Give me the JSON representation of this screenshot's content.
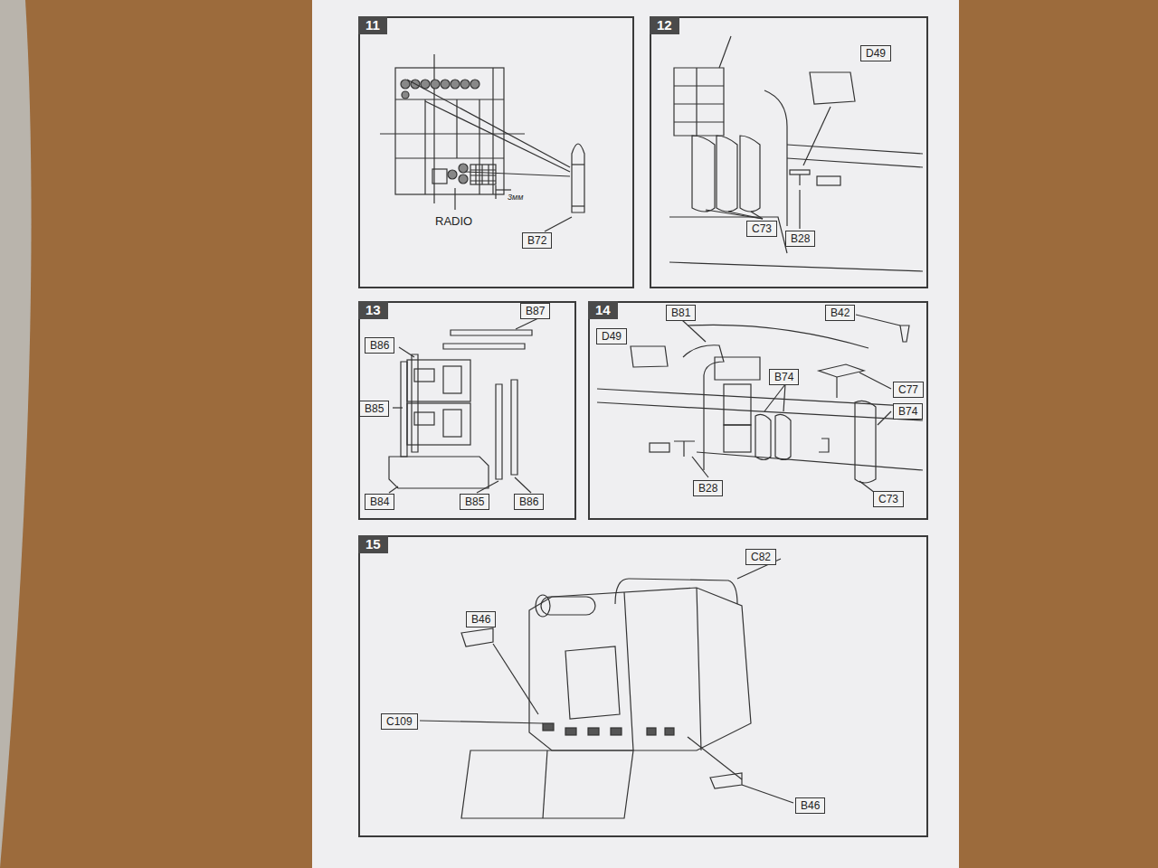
{
  "diagram": {
    "nodes": [
      {
        "text": [
          "11"
        ]
      },
      {
        "text": [
          "B72"
        ],
        "in": 0
      },
      {
        "text": [
          "12"
        ]
      },
      {
        "text": [
          "D49"
        ],
        "in": 2
      },
      {
        "text": [
          "C73"
        ],
        "in": 2
      },
      {
        "text": [
          "B28"
        ],
        "in": 2
      },
      {
        "text": [
          "13"
        ]
      },
      {
        "text": [
          "B87"
        ],
        "in": 6
      },
      {
        "text": [
          "B86"
        ],
        "in": 6
      },
      {
        "text": [
          "B85"
        ],
        "in": 6
      },
      {
        "text": [
          "B84"
        ],
        "in": 6
      },
      {
        "text": [
          "B85"
        ],
        "in": 6
      },
      {
        "text": [
          "B86"
        ],
        "in": 6
      },
      {
        "text": [
          "14"
        ]
      },
      {
        "text": [
          "B81"
        ],
        "in": 13
      },
      {
        "text": [
          "B42"
        ],
        "in": 13
      },
      {
        "text": [
          "D49"
        ],
        "in": 13
      },
      {
        "text": [
          "B74"
        ],
        "in": 13
      },
      {
        "text": [
          "C77"
        ],
        "in": 13
      },
      {
        "text": [
          "B74"
        ],
        "in": 13
      },
      {
        "text": [
          "C73"
        ],
        "in": 13
      },
      {
        "text": [
          "B28"
        ],
        "in": 13
      },
      {
        "text": [
          "15"
        ]
      },
      {
        "text": [
          "C82"
        ],
        "in": 22
      },
      {
        "text": [
          "B46"
        ],
        "in": 22
      },
      {
        "text": [
          "C109"
        ],
        "in": 22
      },
      {
        "text": [
          "B46"
        ],
        "in": 22
      }
    ],
    "labels": [
      "RADIO",
      "3мм"
    ]
  }
}
